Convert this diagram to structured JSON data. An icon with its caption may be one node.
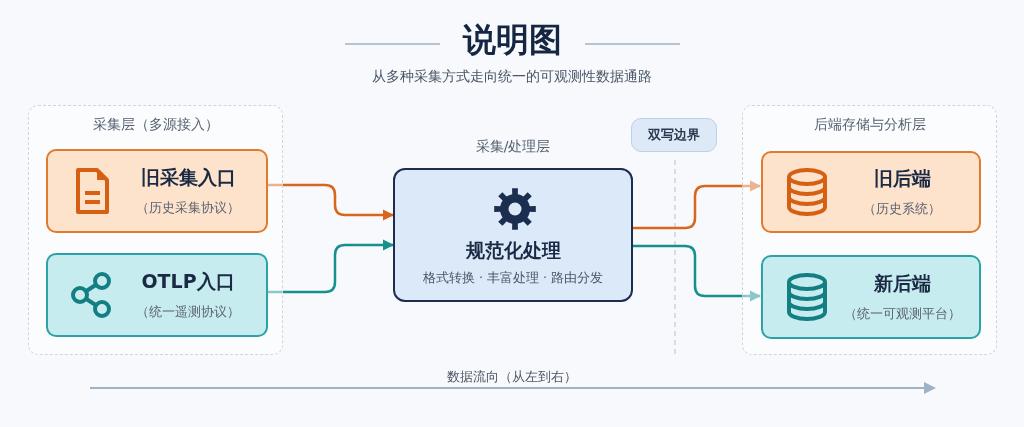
{
  "diagram": {
    "title": "说明图",
    "nodes": [
      {
        "text": [
          "采集层（多源接入）"
        ]
      },
      {
        "text": [
          "旧采集入口",
          "（历史采集协议）"
        ],
        "in": 0
      },
      {
        "text": [
          "OTLP入口",
          "（统一遥测协议）"
        ],
        "in": 0
      },
      {
        "text": [
          "采集/处理层",
          "规范化处理",
          "格式转换 · 丰富处理 · 路由分发"
        ]
      },
      {
        "text": [
          "后端存储与分析层"
        ]
      },
      {
        "text": [
          "旧后端",
          "（历史系统）"
        ],
        "in": 4
      },
      {
        "text": [
          "新后端",
          "（统一可观测平台）"
        ],
        "in": 4
      },
      {
        "text": [
          "双写边界"
        ]
      }
    ],
    "edges": [
      {
        "from": 1,
        "to": 3,
        "arrow": "to",
        "color": "#d9661c"
      },
      {
        "from": 2,
        "to": 3,
        "arrow": "to",
        "color": "#16908f"
      },
      {
        "from": 3,
        "to": 5,
        "arrow": "to",
        "color": "#d9661c"
      },
      {
        "from": 3,
        "to": 6,
        "arrow": "to",
        "color": "#16908f"
      }
    ],
    "labels": [
      "从多种采集方式走向统一的可观测性数据通路",
      "数据流向（从左到右）"
    ]
  }
}
